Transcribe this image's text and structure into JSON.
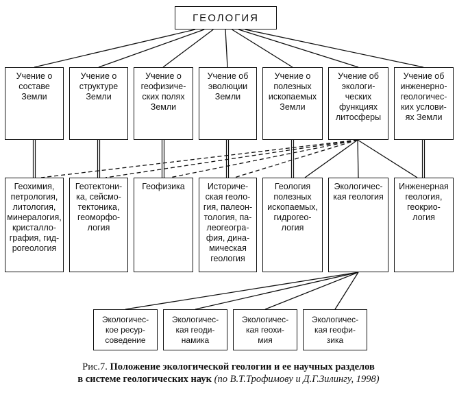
{
  "root": {
    "label": "ГЕОЛОГИЯ"
  },
  "level1": [
    "Учение о\nсоставе\nЗемли",
    "Учение о\nструктуре\nЗемли",
    "Учение о\nгеофизиче-\nских полях\nЗемли",
    "Учение об\nэволюции\nЗемли",
    "Учение о\nполезных\nископаемых\nЗемли",
    "Учение об\nэкологи-\nческих\nфункциях\nлитосферы",
    "Учение об\nинженерно-\nгеологичес-\nких услови-\nях Земли"
  ],
  "level2": [
    "Геохимия,\nпетрология,\nлитология,\nминералогия,\nкристалло-\nграфия, гид-\nрогеология",
    "Геотектони-\nка, сейсмо-\nтектоника,\nгеоморфо-\nлогия",
    "Геофизика",
    "Историче-\nская геоло-\nгия, палеон-\nтология, па-\nлеогеогра-\nфия, дина-\nмическая\nгеология",
    "Геология\nполезных\nископаемых,\nгидрогео-\nлогия",
    "Экологичес-\nкая геология",
    "Инженерная\nгеология,\nгеокрио-\nлогия"
  ],
  "level3": [
    "Экологичес-\nкое ресур-\nсоведение",
    "Экологичес-\nкая геоди-\nнамика",
    "Экологичес-\nкая геохи-\nмия",
    "Экологичес-\nкая геофи-\nзика"
  ],
  "caption": {
    "fig": "Рис.7.",
    "title_line1": "Положение экологической геологии и ее научных разделов",
    "title_line2": "в системе геологических наук",
    "source": "(по В.Т.Трофимову и Д.Г.Зилингу, 1998)"
  }
}
